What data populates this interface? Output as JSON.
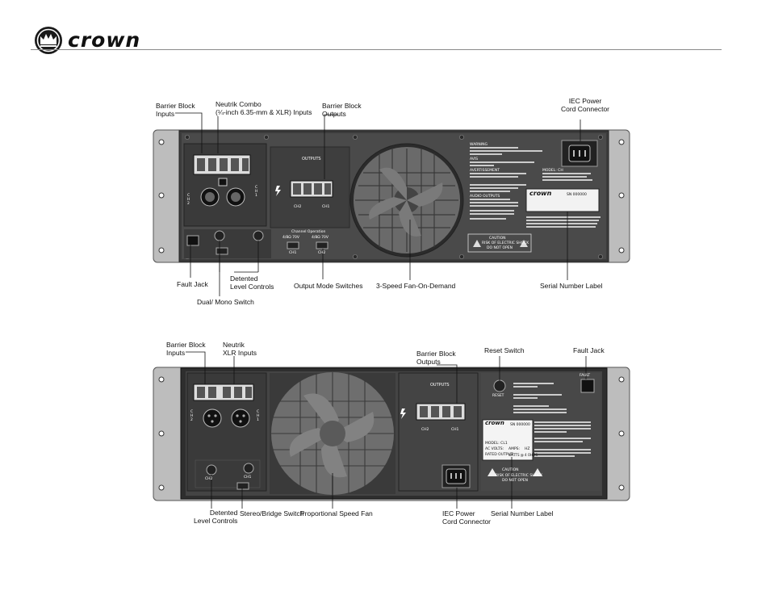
{
  "brand": {
    "name": "crown",
    "logo_icon": "crown-logo-icon"
  },
  "top_panel": {
    "callouts": {
      "barrier_inputs": [
        "Barrier Block",
        "Inputs"
      ],
      "neutrik_combo": [
        "Neutrik Combo",
        "(¼-inch 6.35-mm & XLR) Inputs"
      ],
      "barrier_outputs": [
        "Barrier Block",
        "Outputs"
      ],
      "iec": [
        "IEC Power",
        "Cord Connector"
      ],
      "fault_jack": "Fault Jack",
      "detented": [
        "Detented",
        "Level Controls"
      ],
      "output_mode": "Output Mode Switches",
      "fan": "3-Speed Fan-On-Demand",
      "serial": "Serial Number Label",
      "dual_mono": "Dual/ Mono Switch"
    },
    "panel_text": {
      "outputs": "OUTPUTS",
      "ch2": "CH2",
      "ch1": "CH1",
      "ch2_vert": "C H 2",
      "ch1_vert": "C H 1",
      "channel_operation": "Channel Operation",
      "ohm_a": "4/8Ω  70V",
      "ohm_b": "4/8Ω  70V",
      "warning_title": "WARNING",
      "avis": "AVIS",
      "avertissement": "AVERTISSEMENT",
      "audio_outputs": "AUDIO OUTPUTS",
      "model": "MODEL: CH",
      "caution": "CAUTION",
      "risk": "RISK OF ELECTRIC SHOCK",
      "do_not_open": "DO NOT OPEN",
      "label_brand": "crown",
      "serial_no": "SN 000000"
    }
  },
  "bottom_panel": {
    "callouts": {
      "barrier_inputs": [
        "Barrier Block",
        "Inputs"
      ],
      "neutrik_xlr": [
        "Neutrik",
        "XLR Inputs"
      ],
      "barrier_outputs": [
        "Barrier Block",
        "Outputs"
      ],
      "reset": "Reset Switch",
      "fault_jack": "Fault Jack",
      "detented": [
        "Detented",
        "Level Controls"
      ],
      "stereo_bridge": "Stereo/Bridge Switch",
      "fan": "Proportional Speed Fan",
      "iec": [
        "IEC Power",
        "Cord Connector"
      ],
      "serial": "Serial Number Label"
    },
    "panel_text": {
      "outputs": "OUTPUTS",
      "ch2": "CH2",
      "ch1": "CH1",
      "ch2_vert": "C H 2",
      "ch1_vert": "C H 1",
      "reset": "RESET",
      "fault": "FAULT",
      "model": "MODEL: CL1",
      "ac_volts": "AC VOLTS:",
      "amps": "AMPS:",
      "hz": "HZ",
      "rated_output": "RATED OUTPUT:",
      "watts": "WATTS @ 4 OHMS",
      "caution": "CAUTION",
      "risk": "RISK OF ELECTRIC SHOCK",
      "do_not_open": "DO NOT OPEN",
      "label_brand": "crown",
      "serial_no": "SN 000000"
    }
  }
}
